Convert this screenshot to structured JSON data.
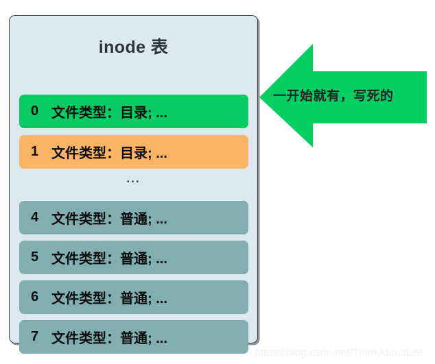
{
  "panel": {
    "title": "inode 表",
    "ellipsis": "...",
    "rows": [
      {
        "index": "0",
        "text": "文件类型：目录;  ...",
        "color": "#06cc63",
        "style": "green"
      },
      {
        "index": "1",
        "text": "文件类型：目录;  ...",
        "color": "#fbb465",
        "style": "orange"
      },
      {
        "index": "4",
        "text": "文件类型：普通;  ...",
        "color": "#81afaf",
        "style": "teal"
      },
      {
        "index": "5",
        "text": "文件类型：普通;  ...",
        "color": "#81afaf",
        "style": "teal"
      },
      {
        "index": "6",
        "text": "文件类型：普通;  ...",
        "color": "#81afaf",
        "style": "teal"
      },
      {
        "index": "7",
        "text": "文件类型：普通;  ...",
        "color": "#81afaf",
        "style": "teal"
      }
    ],
    "background_color": "#dde9ef",
    "border_color": "#3c4246"
  },
  "annotation": {
    "arrow_label": "一开始就有，写死的",
    "arrow_color": "#07ce63",
    "arrow_direction": "left"
  },
  "watermark": {
    "text": "https://blog.csdn.net/ThinkAboutLife",
    "color": "#eef3f7"
  }
}
